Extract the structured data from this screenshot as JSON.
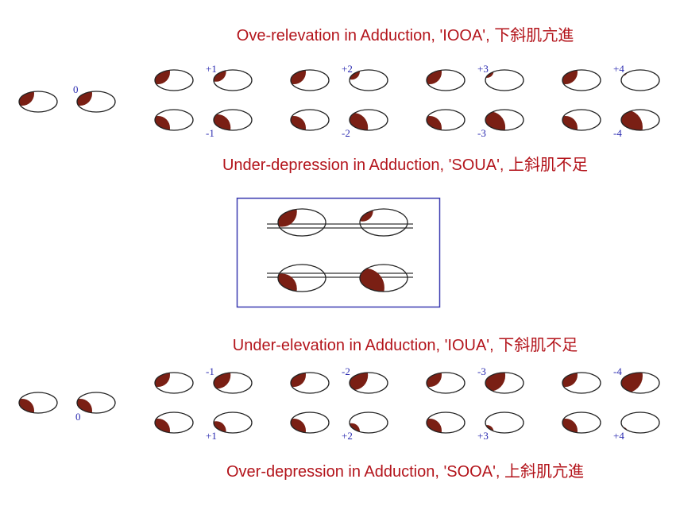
{
  "titles": {
    "t1": "Ove-relevation in Adduction, 'IOOA', 下斜肌亢進",
    "t2": "Under-depression in Adduction, 'SOUA', 上斜肌不足",
    "t3": "Under-elevation in Adduction, 'IOUA', 下斜肌不足",
    "t4": "Over-depression in Adduction, 'SOOA', 上斜肌亢進"
  },
  "colors": {
    "iris": "#7a1f14",
    "title": "#b3141b",
    "label": "#2a2ab0",
    "box": "#3a3ab0"
  },
  "upper_section": {
    "baseline": {
      "label": "0",
      "iris": "top"
    },
    "top_row": {
      "iris": "top",
      "labels": [
        "+1",
        "+2",
        "+3",
        "+4"
      ],
      "right_eye_scale": [
        0.82,
        0.68,
        0.55,
        0.42
      ]
    },
    "bottom_row": {
      "iris": "bottom",
      "labels": [
        "-1",
        "-2",
        "-3",
        "-4"
      ],
      "right_eye_scale": [
        1.12,
        1.22,
        1.32,
        1.42
      ]
    }
  },
  "lower_section": {
    "baseline": {
      "label": "0",
      "iris": "bottom"
    },
    "top_row": {
      "iris": "top",
      "labels": [
        "-1",
        "-2",
        "-3",
        "-4"
      ],
      "right_eye_scale": [
        1.12,
        1.22,
        1.32,
        1.42
      ]
    },
    "bottom_row": {
      "iris": "bottom",
      "labels": [
        "+1",
        "+2",
        "+3",
        "+4"
      ],
      "right_eye_scale": [
        0.82,
        0.68,
        0.55,
        0.42
      ]
    }
  },
  "example_box": {
    "top": {
      "iris": "top",
      "left_scale": 1.0,
      "right_scale": 0.7
    },
    "bottom": {
      "iris": "bottom",
      "left_scale": 1.0,
      "right_scale": 1.3
    }
  }
}
